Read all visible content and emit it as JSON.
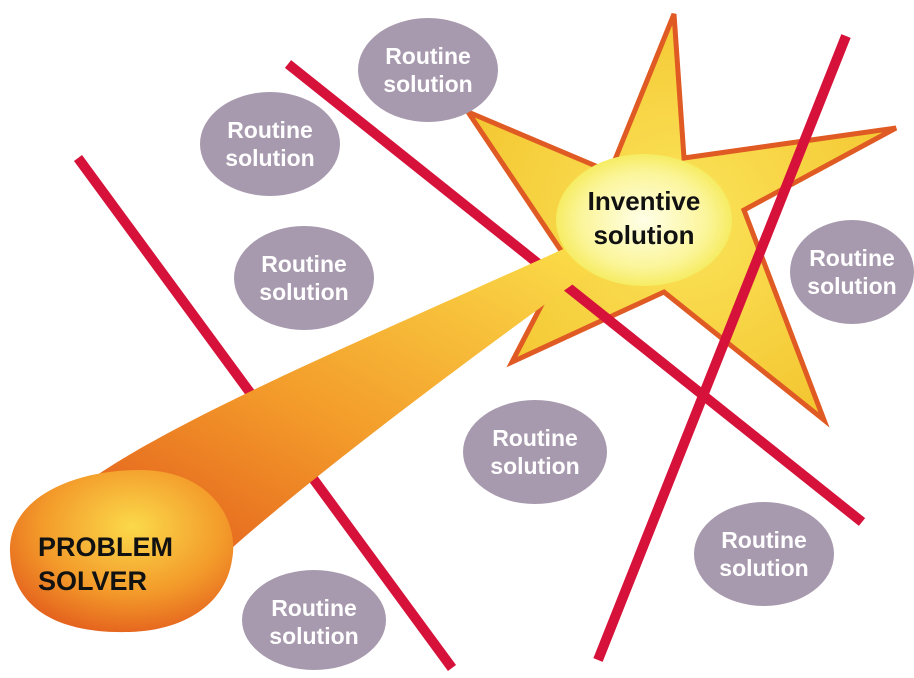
{
  "diagram": {
    "inventive": {
      "line1": "Inventive",
      "line2": "solution"
    },
    "solver": {
      "line1": "PROBLEM",
      "line2": "SOLVER"
    },
    "routine_label": {
      "line1": "Routine",
      "line2": "solution"
    },
    "colors": {
      "barrier": "#d6123a",
      "routine_fill": "#a89aae",
      "star_fill": "#f7d23a",
      "star_outline": "#e05a23",
      "glow_center": "#ffffe0",
      "glow_edge": "#f4ec42",
      "beam_start": "#e8601a",
      "beam_end": "#f9d83c",
      "background": "#ffffff"
    }
  }
}
